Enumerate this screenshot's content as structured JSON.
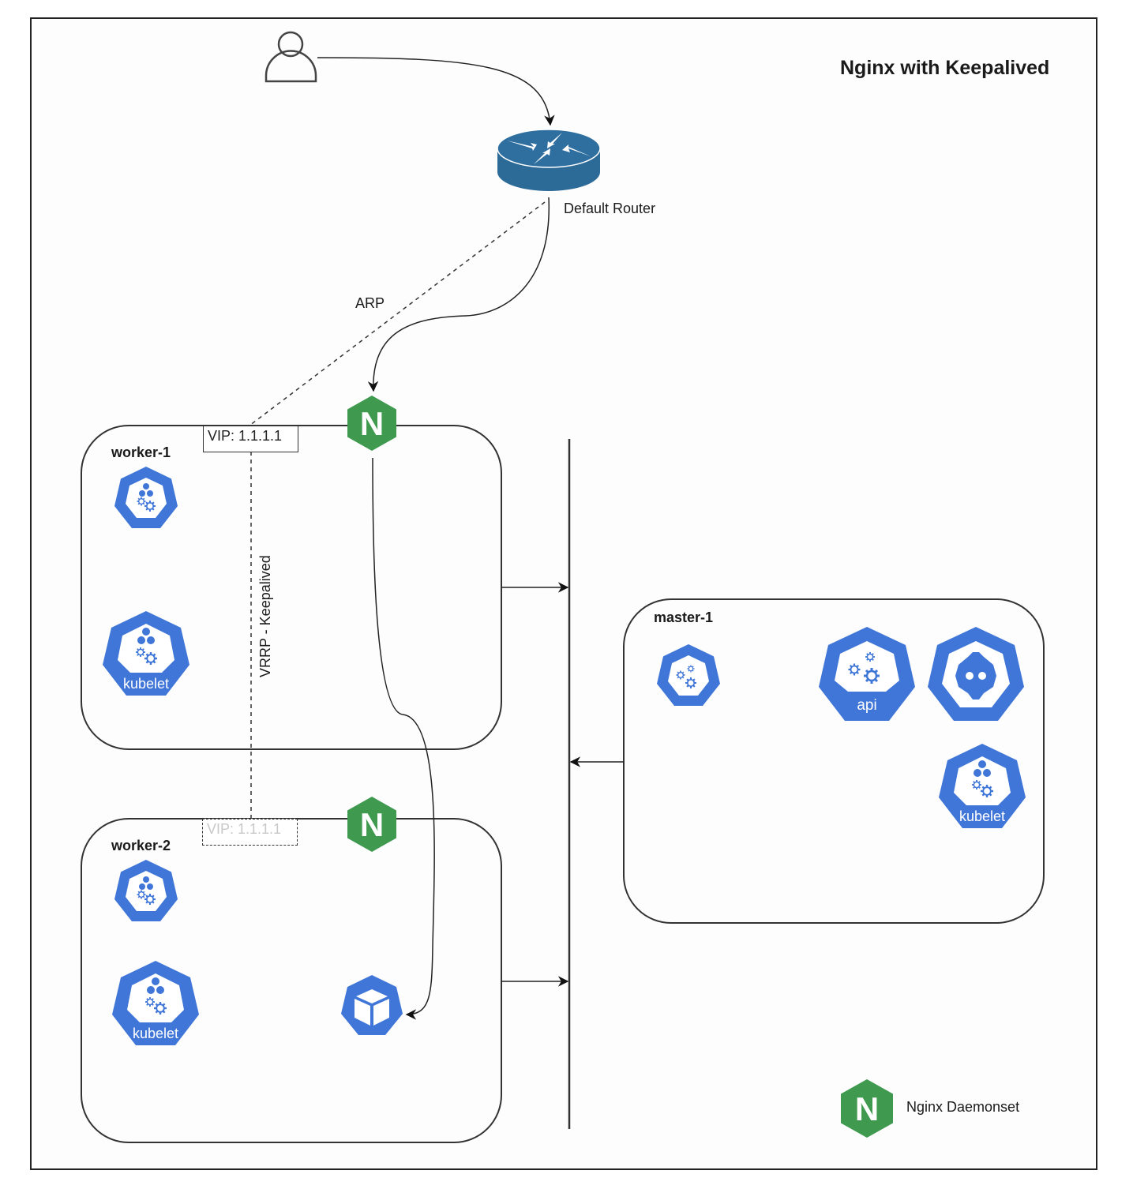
{
  "title": "Nginx with Keepalived",
  "colors": {
    "k8s_blue": "#3f76d8",
    "nginx_green": "#3f9a4f",
    "router_blue": "#2f6fa0",
    "line": "#222222",
    "standby_text": "#c8c8c8"
  },
  "actors": {
    "user": {
      "icon": "user-icon"
    }
  },
  "router": {
    "label": "Default Router",
    "icon": "router-icon"
  },
  "edges": {
    "arp_label": "ARP",
    "vrrp_label": "VRRP - Keepalived"
  },
  "nodes": {
    "worker1": {
      "title": "worker-1",
      "vip": "VIP: 1.1.1.1",
      "vip_state": "active",
      "components": [
        {
          "icon": "kube-proxy-icon",
          "label": ""
        },
        {
          "icon": "kubelet-icon",
          "label": "kubelet"
        }
      ],
      "nginx_letter": "N"
    },
    "worker2": {
      "title": "worker-2",
      "vip": "VIP: 1.1.1.1",
      "vip_state": "standby",
      "components": [
        {
          "icon": "kube-proxy-icon",
          "label": ""
        },
        {
          "icon": "kubelet-icon",
          "label": "kubelet"
        },
        {
          "icon": "pod-icon",
          "label": ""
        }
      ],
      "nginx_letter": "N"
    },
    "master1": {
      "title": "master-1",
      "components": [
        {
          "icon": "controller-manager-icon",
          "label": ""
        },
        {
          "icon": "api-server-icon",
          "label": "api"
        },
        {
          "icon": "etcd-icon",
          "label": ""
        },
        {
          "icon": "kubelet-icon",
          "label": "kubelet"
        }
      ]
    }
  },
  "legend": {
    "nginx_letter": "N",
    "label": "Nginx Daemonset"
  }
}
